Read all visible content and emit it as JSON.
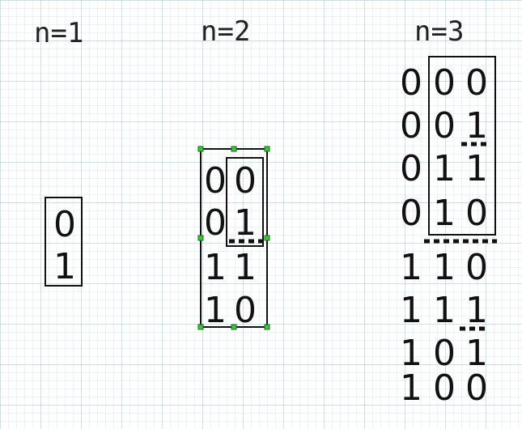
{
  "groups": [
    {
      "title": "n=1",
      "rows": [
        [
          "0"
        ],
        [
          "1"
        ]
      ]
    },
    {
      "title": "n=2",
      "rows": [
        [
          "0",
          "0"
        ],
        [
          "0",
          "1"
        ],
        [
          "1",
          "1"
        ],
        [
          "1",
          "0"
        ]
      ]
    },
    {
      "title": "n=3",
      "rows": [
        [
          "0",
          "0",
          "0"
        ],
        [
          "0",
          "0",
          "1"
        ],
        [
          "0",
          "1",
          "1"
        ],
        [
          "0",
          "1",
          "0"
        ],
        [
          "1",
          "1",
          "0"
        ],
        [
          "1",
          "1",
          "1"
        ],
        [
          "1",
          "0",
          "1"
        ],
        [
          "1",
          "0",
          "0"
        ]
      ]
    }
  ],
  "colors": {
    "handle": "#33cc33",
    "ink": "#111111"
  }
}
